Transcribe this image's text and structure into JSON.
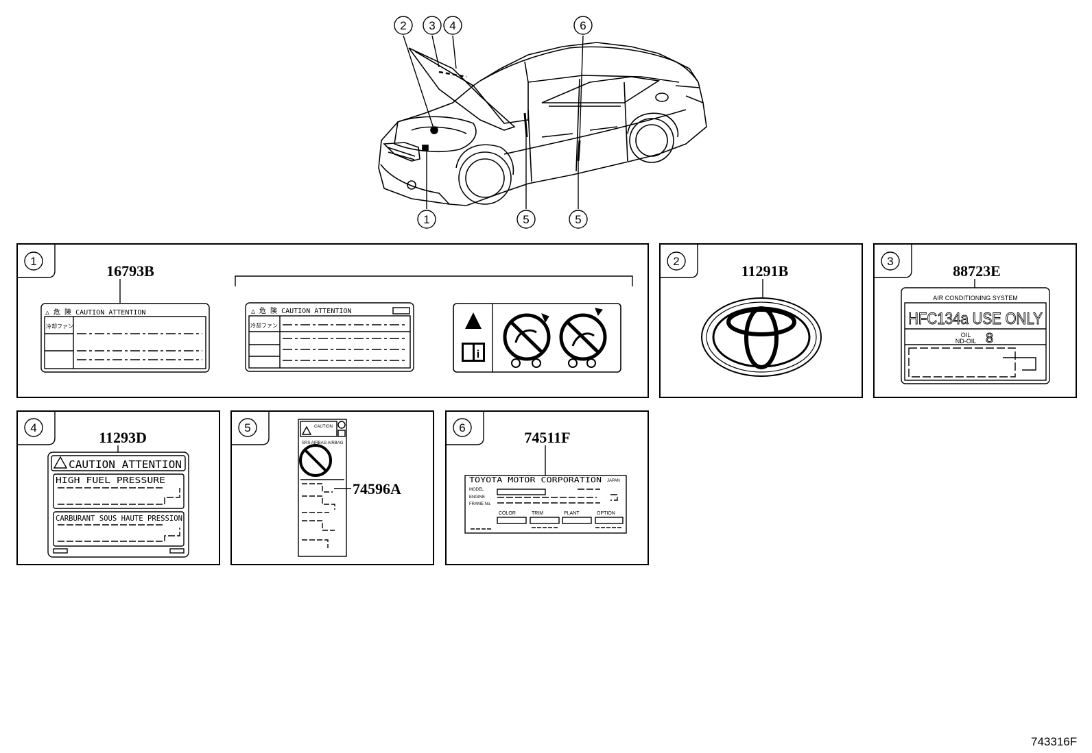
{
  "diagram": {
    "figure_id": "743316F",
    "callouts": {
      "c1": "1",
      "c2": "2",
      "c3": "3",
      "c4": "4",
      "c5": "5",
      "c6": "6"
    },
    "panels": {
      "p1": {
        "number": "1",
        "part_no": "16793B",
        "label_a": {
          "header": "△ 危  険    CAUTION    ATTENTION",
          "side_text": "冷却ファン"
        },
        "label_b": {
          "header": "△ 危 険    CAUTION    ATTENTION",
          "side_text": "冷却ファン"
        }
      },
      "p2": {
        "number": "2",
        "part_no": "11291B"
      },
      "p3": {
        "number": "3",
        "part_no": "88723E",
        "system": "AIR CONDITIONING SYSTEM",
        "refrigerant": "HFC134a USE ONLY",
        "oil": "OIL",
        "oil_type": "ND-OIL",
        "oil_no": "8"
      },
      "p4": {
        "number": "4",
        "part_no": "11293D",
        "header": "CAUTION  ATTENTION",
        "line_en": "HIGH FUEL PRESSURE",
        "line_fr": "CARBURANT SOUS HAUTE PRESSION"
      },
      "p5": {
        "number": "5",
        "part_no": "74596A",
        "header": "CAUTION",
        "sub": "SRS  AIRBAG  AIRBAG"
      },
      "p6": {
        "number": "6",
        "part_no": "74511F",
        "maker": "TOYOTA MOTOR CORPORATION",
        "country": "JAPAN",
        "row1": "MODEL",
        "row2": "ENGINE",
        "row3": "FRAME No.",
        "col1": "COLOR",
        "col2": "TRIM",
        "col3": "PLANT",
        "col4": "OPTION"
      }
    }
  }
}
